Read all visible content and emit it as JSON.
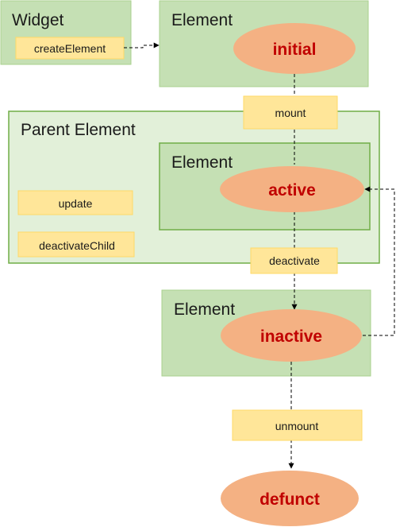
{
  "colors": {
    "green_fill": "#c5e0b4",
    "green_fill_light": "#e2f0d9",
    "green_stroke": "#70ad47",
    "yellow_fill": "#ffe699",
    "yellow_stroke": "#ffd966",
    "ellipse_fill": "#f4b183",
    "state_text": "#c00000",
    "connector": "#000000"
  },
  "widget": {
    "title": "Widget",
    "create_label": "createElement"
  },
  "element_initial": {
    "title": "Element",
    "state": "initial"
  },
  "transitions": {
    "mount": "mount",
    "deactivate": "deactivate",
    "unmount": "unmount"
  },
  "parent": {
    "title": "Parent Element",
    "update_label": "update",
    "deactivate_child_label": "deactivateChild"
  },
  "element_active": {
    "title": "Element",
    "state": "active"
  },
  "element_inactive": {
    "title": "Element",
    "state": "inactive"
  },
  "defunct": {
    "state": "defunct"
  }
}
